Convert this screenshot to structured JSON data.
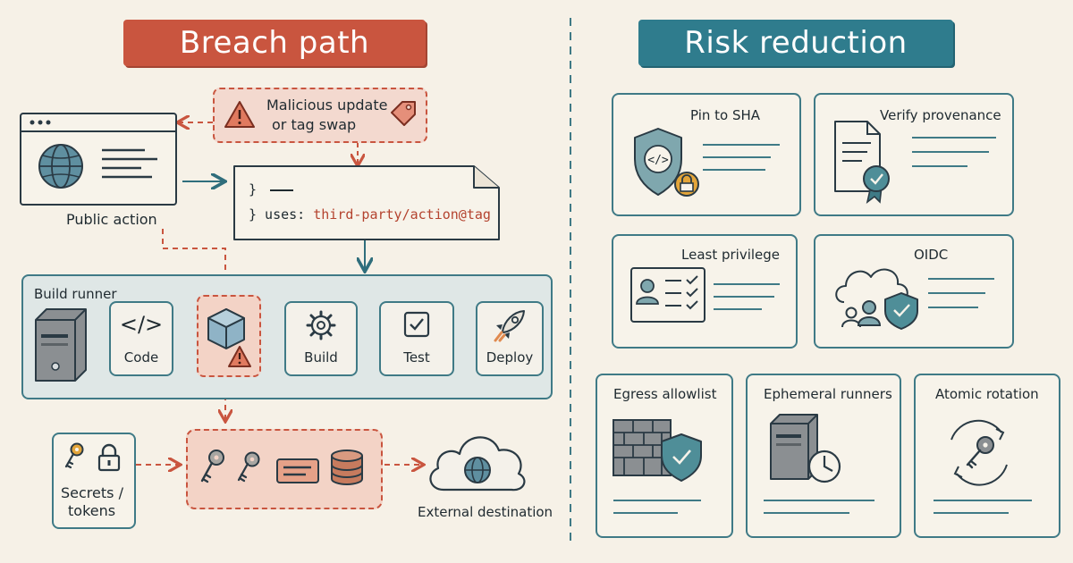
{
  "left": {
    "title": "Breach path",
    "threat": {
      "line1": "Malicious update",
      "line2": "or tag swap"
    },
    "public_action": "Public action",
    "code_lines": {
      "line1_prefix": "}",
      "line2_prefix": "} uses:",
      "line2_ref": "third-party/action@tag"
    },
    "build_runner": "Build runner",
    "steps": [
      "Code",
      "Build",
      "Test",
      "Deploy"
    ],
    "secrets": {
      "line1": "Secrets /",
      "line2": "tokens"
    },
    "external": "External destination"
  },
  "right": {
    "title": "Risk reduction",
    "cards": [
      {
        "title": "Pin to SHA",
        "icon": "shield-code-lock-icon"
      },
      {
        "title": "Verify provenance",
        "icon": "certificate-icon"
      },
      {
        "title": "Least privilege",
        "icon": "id-checklist-icon"
      },
      {
        "title": "OIDC",
        "icon": "cloud-identity-icon"
      },
      {
        "title": "Egress allowlist",
        "icon": "firewall-shield-icon"
      },
      {
        "title": "Ephemeral runners",
        "icon": "server-clock-icon"
      },
      {
        "title": "Atomic rotation",
        "icon": "key-rotate-icon"
      }
    ]
  },
  "colors": {
    "red": "#c9553f",
    "teal": "#2f7c8d",
    "code_ref": "#b4432f",
    "bg": "#f6f1e7"
  }
}
